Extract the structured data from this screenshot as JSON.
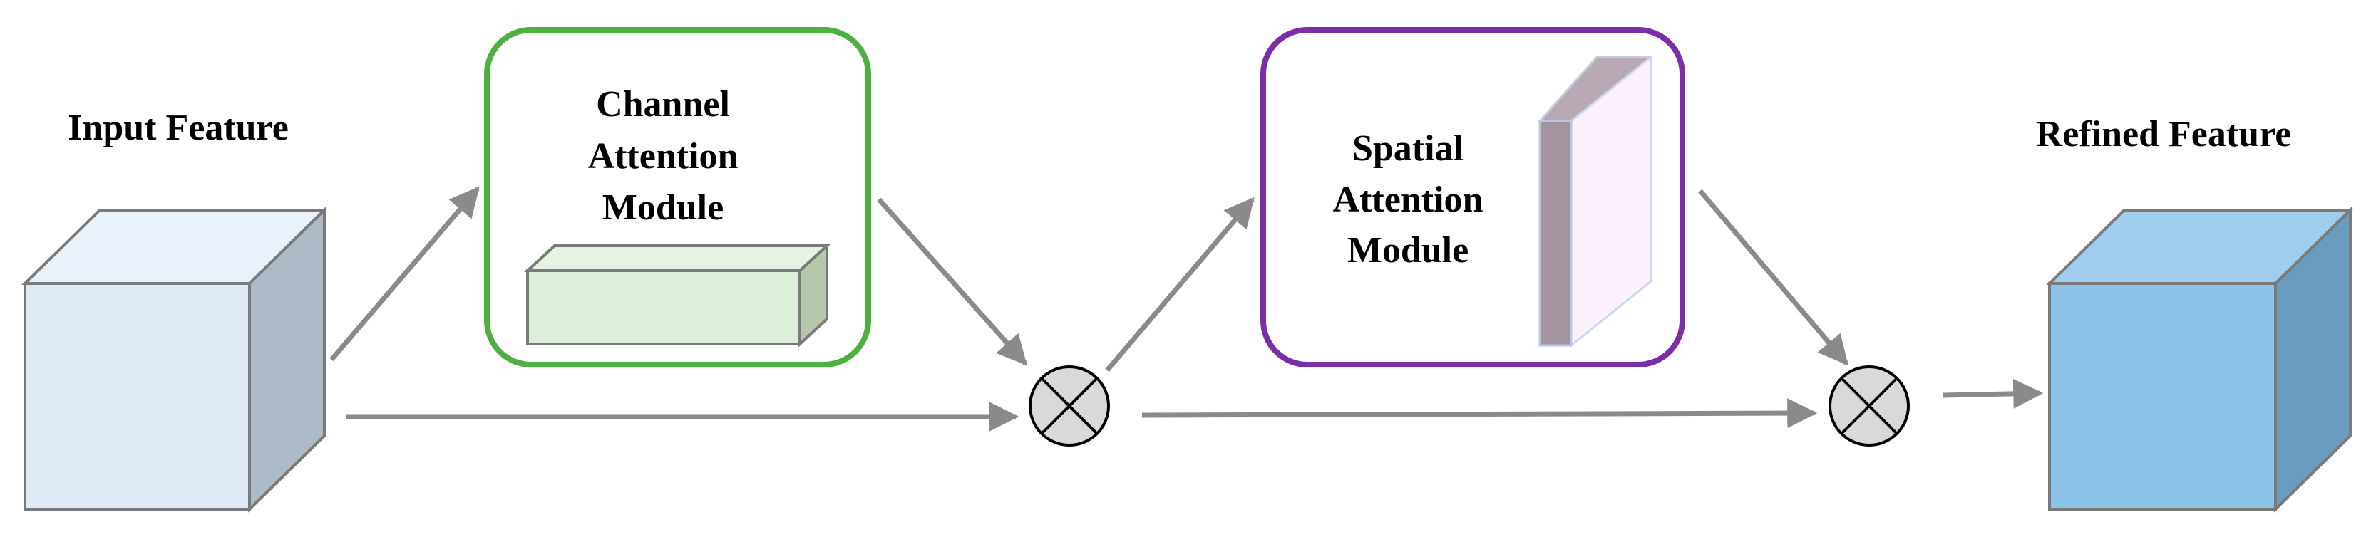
{
  "labels": {
    "input_feature": "Input Feature",
    "refined_feature": "Refined Feature",
    "channel_module": [
      "Channel",
      "Attention",
      "Module"
    ],
    "spatial_module": [
      "Spatial",
      "Attention",
      "Module"
    ]
  },
  "colors": {
    "arrow": "#8a8a8a",
    "cube_edge": "#7a7a7a",
    "input_front": "#deebf6",
    "input_top": "#e9f1fa",
    "input_side": "#adbac7",
    "refined_front": "#8cc3e8",
    "refined_top": "#9fcdee",
    "refined_side": "#6a9bc0",
    "channel_border": "#4db040",
    "channel_bar_front": "#dcefd8",
    "channel_bar_top": "#e6f3e2",
    "channel_bar_side": "#b5c8ad",
    "spatial_border": "#7b2fa6",
    "spatial_slab_front": "#a4949f",
    "spatial_slab_top": "#b9a9b4",
    "spatial_slab_side": "#fbf0fb",
    "multiply_fill": "#d9d9d9"
  },
  "icons": {
    "multiply": "circle-times-icon"
  }
}
